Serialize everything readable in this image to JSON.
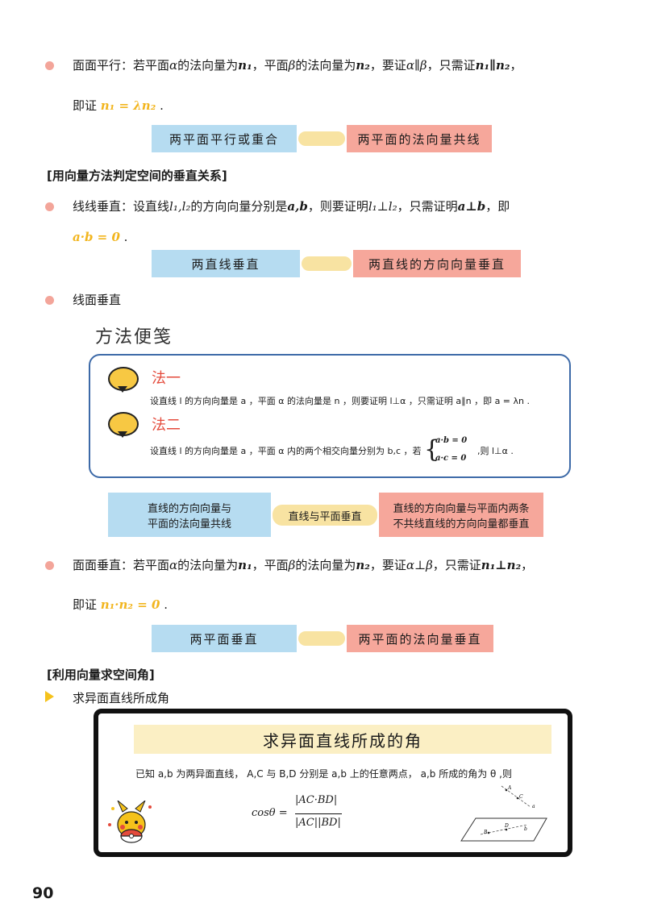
{
  "s1": {
    "line1": {
      "lead": "面面平行：若平面",
      "alpha": "α",
      "m1": "的法向量为",
      "n1": "n₁",
      "m2": "，平面",
      "beta": "β",
      "m3": "的法向量为",
      "n2": "n₂",
      "m4": "，要证",
      "cond": "α∥β",
      "m5": "，只需证",
      "cond2": "n₁∥n₂",
      "end": "，"
    },
    "line2": {
      "lead": "即证",
      "formula": "n₁ = λn₂",
      "end": "."
    },
    "box_left": "两平面平行或重合",
    "box_right": "两平面的法向量共线"
  },
  "h1": "[用向量方法判定空间的垂直关系]",
  "s2": {
    "line1": {
      "lead": "线线垂直：设直线",
      "lines": "l₁,l₂",
      "m1": "的方向向量分别是",
      "vecs": "a,b",
      "m2": "，则要证明",
      "cond": "l₁⊥l₂",
      "m3": "，只需证明",
      "cond2": "a⊥b",
      "end": "，即"
    },
    "line2": {
      "formula": "a·b = 0",
      "end": "."
    },
    "box_left": "两直线垂直",
    "box_right": "两直线的方向向量垂直"
  },
  "s3": {
    "title": "线面垂直",
    "card_title": "方法便笺",
    "m1_label": "法一",
    "m1_text": "设直线 l 的方向向量是 a ，平面 α 的法向量是 n ，则要证明 l⊥α ，只需证明 a∥n ，即 a = λn .",
    "m2_label": "法二",
    "m2_pre": "设直线 l 的方向向量是 a ，平面 α 内的两个相交向量分别为 b,c ，若",
    "m2_eq1": "a·b = 0",
    "m2_eq2": "a·c = 0",
    "m2_post": ",则 l⊥α .",
    "box_left": "直线的方向向量与\n平面的法向量共线",
    "pill": "直线与平面垂直",
    "box_right": "直线的方向向量与平面内两条\n不共线直线的方向向量都垂直"
  },
  "s4": {
    "line1": {
      "lead": "面面垂直：若平面",
      "alpha": "α",
      "m1": "的法向量为",
      "n1": "n₁",
      "m2": "，平面",
      "beta": "β",
      "m3": "的法向量为",
      "n2": "n₂",
      "m4": "，要证",
      "cond": "α⊥β",
      "m5": "，只需证",
      "cond2": "n₁⊥n₂",
      "end": "，"
    },
    "line2": {
      "lead": "即证",
      "formula": "n₁·n₂ = 0",
      "end": "."
    },
    "box_left": "两平面垂直",
    "box_right": "两平面的法向量垂直"
  },
  "h2": "[利用向量求空间角]",
  "s5": {
    "title": "求异面直线所成角",
    "frame_title": "求异面直线所成的角",
    "text": "已知 a,b 为两异面直线， A,C 与 B,D 分别是 a,b 上的任意两点， a,b 所成的角为 θ ,则",
    "formula_lhs": "cosθ =",
    "formula_num": "|AC·BD|",
    "formula_den": "|AC||BD|",
    "fig_labels": {
      "A": "A",
      "C": "C",
      "a": "a",
      "B": "B",
      "D": "D",
      "b": "b"
    }
  },
  "page_number": "90"
}
